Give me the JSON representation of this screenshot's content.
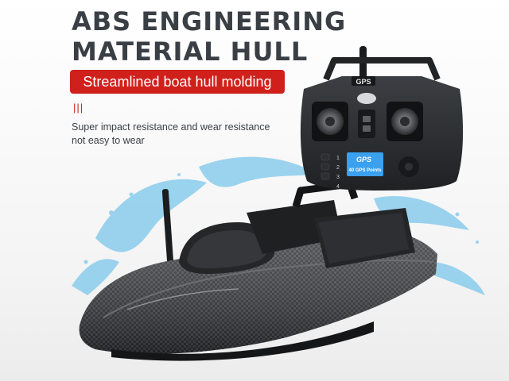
{
  "headline": {
    "line1": "ABS ENGINEERING",
    "line2": "MATERIAL HULL"
  },
  "banner": "Streamlined boat hull molding",
  "marker": "|||",
  "description": {
    "line1": "Super impact resistance and wear resistance",
    "line2": "not easy to wear"
  },
  "remote": {
    "brand_label": "GPS",
    "screen_title": "GPS",
    "screen_subtitle": "40 GPS Points",
    "buttons": [
      "1",
      "2",
      "3",
      "4"
    ]
  },
  "colors": {
    "accent": "#d0201c",
    "heading": "#3a3f45",
    "water": "#6fc3ea",
    "hull": "#3b3d40",
    "screen": "#3aa0f0"
  },
  "icons": [
    "water-splash-illustration",
    "bait-boat-illustration",
    "remote-control-illustration"
  ]
}
